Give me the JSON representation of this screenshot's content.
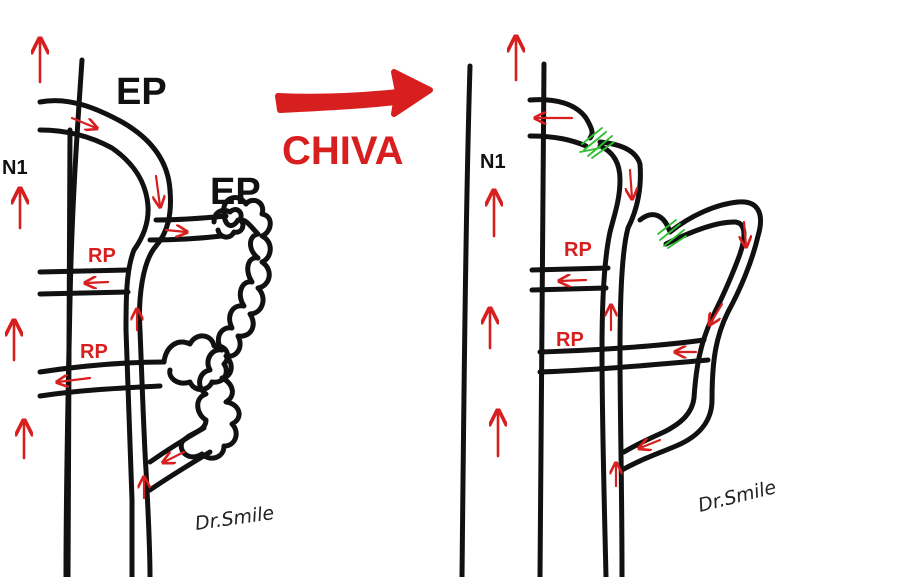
{
  "title": "CHIVA",
  "signature": "Dr.Smile",
  "colors": {
    "flow_arrow": "#d81f1f",
    "vein_outline": "#111111",
    "ligation_mark": "#2fbf2f",
    "background": "#ffffff"
  },
  "before": {
    "labels": {
      "ep_top": "EP",
      "ep_side": "EP",
      "n1": "N1",
      "rp_upper": "RP",
      "rp_lower": "RP"
    }
  },
  "after": {
    "labels": {
      "n1": "N1",
      "rp_upper": "RP",
      "rp_lower": "RP"
    }
  }
}
